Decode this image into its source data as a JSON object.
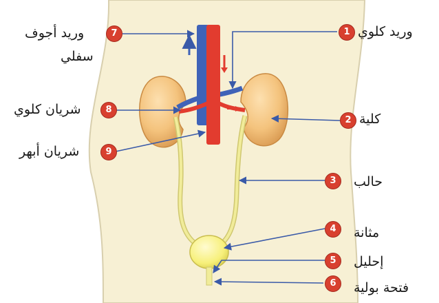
{
  "labels": [
    {
      "num": "1",
      "text": "وريد كلوي"
    },
    {
      "num": "2",
      "text": "كلية"
    },
    {
      "num": "3",
      "text": "حالب"
    },
    {
      "num": "4",
      "text": "مثانة"
    },
    {
      "num": "5",
      "text": "إحليل"
    },
    {
      "num": "6",
      "text": "فتحة بولية"
    },
    {
      "num": "7",
      "text": "وريد أجوف",
      "text2": "سفلي"
    },
    {
      "num": "8",
      "text": "شريان كلوي"
    },
    {
      "num": "9",
      "text": "شريان أبهر"
    }
  ],
  "colors": {
    "body": "#f7f0d4",
    "body_outline": "#d8cfae",
    "kidney": "#f4c37d",
    "vein": "#3f63b8",
    "artery": "#e23c2f",
    "ureter": "#f1ec9a",
    "bladder": "#f7f07a",
    "leader": "#3a5aa8",
    "badge": "#d8402f"
  }
}
